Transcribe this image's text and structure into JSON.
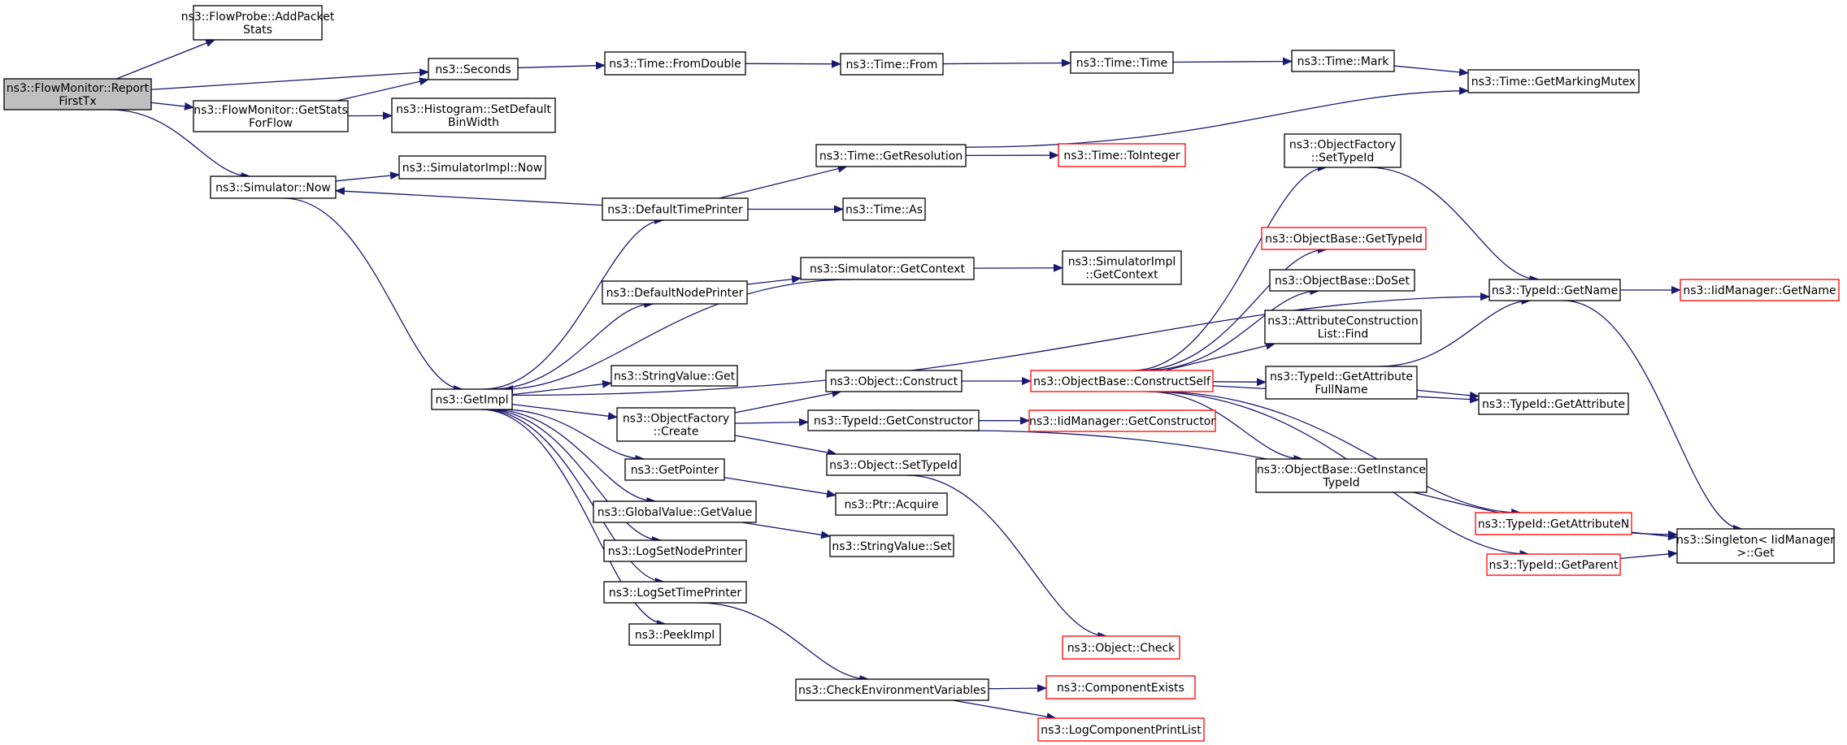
{
  "colors": {
    "edge": "#191970",
    "root_fill": "#bfbfbf",
    "missing_border": "#ff0000",
    "border": "#000000"
  },
  "nodes": [
    {
      "id": "report",
      "label": [
        "ns3::FlowMonitor::Report",
        "FirstTx"
      ],
      "root": true
    },
    {
      "id": "addpacket",
      "label": [
        "ns3::FlowProbe::AddPacket",
        "Stats"
      ]
    },
    {
      "id": "seconds",
      "label": [
        "ns3::Seconds"
      ]
    },
    {
      "id": "fromdouble",
      "label": [
        "ns3::Time::FromDouble"
      ]
    },
    {
      "id": "from",
      "label": [
        "ns3::Time::From"
      ]
    },
    {
      "id": "timetime",
      "label": [
        "ns3::Time::Time"
      ]
    },
    {
      "id": "mark",
      "label": [
        "ns3::Time::Mark"
      ]
    },
    {
      "id": "markingmutex",
      "label": [
        "ns3::Time::GetMarkingMutex"
      ]
    },
    {
      "id": "getstats",
      "label": [
        "ns3::FlowMonitor::GetStats",
        "ForFlow"
      ]
    },
    {
      "id": "histogram",
      "label": [
        "ns3::Histogram::SetDefault",
        "BinWidth"
      ]
    },
    {
      "id": "simnow",
      "label": [
        "ns3::Simulator::Now"
      ]
    },
    {
      "id": "simimplnow",
      "label": [
        "ns3::SimulatorImpl::Now"
      ]
    },
    {
      "id": "getresolution",
      "label": [
        "ns3::Time::GetResolution"
      ]
    },
    {
      "id": "tointeger",
      "label": [
        "ns3::Time::ToInteger"
      ],
      "red": true
    },
    {
      "id": "deftimeprinter",
      "label": [
        "ns3::DefaultTimePrinter"
      ]
    },
    {
      "id": "timeas",
      "label": [
        "ns3::Time::As"
      ]
    },
    {
      "id": "ofsettypeid",
      "label": [
        "ns3::ObjectFactory",
        "::SetTypeId"
      ]
    },
    {
      "id": "obgettypeid",
      "label": [
        "ns3::ObjectBase::GetTypeId"
      ],
      "red": true
    },
    {
      "id": "simgetcontext",
      "label": [
        "ns3::Simulator::GetContext"
      ]
    },
    {
      "id": "simimplgetcontext",
      "label": [
        "ns3::SimulatorImpl",
        "::GetContext"
      ]
    },
    {
      "id": "defnodeprinter",
      "label": [
        "ns3::DefaultNodePrinter"
      ]
    },
    {
      "id": "obdoset",
      "label": [
        "ns3::ObjectBase::DoSet"
      ]
    },
    {
      "id": "typeidgetname",
      "label": [
        "ns3::TypeId::GetName"
      ]
    },
    {
      "id": "iidgetname",
      "label": [
        "ns3::IidManager::GetName"
      ],
      "red": true
    },
    {
      "id": "attrconstruction",
      "label": [
        "ns3::AttributeConstruction",
        "List::Find"
      ]
    },
    {
      "id": "stringvalueget",
      "label": [
        "ns3::StringValue::Get"
      ]
    },
    {
      "id": "getimpl",
      "label": [
        "ns3::GetImpl"
      ]
    },
    {
      "id": "objconstruct",
      "label": [
        "ns3::Object::Construct"
      ]
    },
    {
      "id": "constructself",
      "label": [
        "ns3::ObjectBase::ConstructSelf"
      ],
      "red": true
    },
    {
      "id": "getattrfullname",
      "label": [
        "ns3::TypeId::GetAttribute",
        "FullName"
      ]
    },
    {
      "id": "typeidgetattribute",
      "label": [
        "ns3::TypeId::GetAttribute"
      ]
    },
    {
      "id": "ofcreate",
      "label": [
        "ns3::ObjectFactory",
        "::Create"
      ]
    },
    {
      "id": "getconstructor",
      "label": [
        "ns3::TypeId::GetConstructor"
      ]
    },
    {
      "id": "iidgetconstructor",
      "label": [
        "ns3::IidManager::GetConstructor"
      ],
      "red": true
    },
    {
      "id": "objsettypeid",
      "label": [
        "ns3::Object::SetTypeId"
      ]
    },
    {
      "id": "getinstancetypeid",
      "label": [
        "ns3::ObjectBase::GetInstance",
        "TypeId"
      ]
    },
    {
      "id": "getpointer",
      "label": [
        "ns3::GetPointer"
      ]
    },
    {
      "id": "ptracquire",
      "label": [
        "ns3::Ptr::Acquire"
      ]
    },
    {
      "id": "globalvalue",
      "label": [
        "ns3::GlobalValue::GetValue"
      ]
    },
    {
      "id": "getattributen",
      "label": [
        "ns3::TypeId::GetAttributeN"
      ],
      "red": true
    },
    {
      "id": "singleton",
      "label": [
        "ns3::Singleton< IidManager",
        ">::Get"
      ]
    },
    {
      "id": "stringvalueset",
      "label": [
        "ns3::StringValue::Set"
      ]
    },
    {
      "id": "logsetnode",
      "label": [
        "ns3::LogSetNodePrinter"
      ]
    },
    {
      "id": "getparent",
      "label": [
        "ns3::TypeId::GetParent"
      ],
      "red": true
    },
    {
      "id": "logsettime",
      "label": [
        "ns3::LogSetTimePrinter"
      ]
    },
    {
      "id": "peekimpl",
      "label": [
        "ns3::PeekImpl"
      ]
    },
    {
      "id": "objcheck",
      "label": [
        "ns3::Object::Check"
      ],
      "red": true
    },
    {
      "id": "checkenv",
      "label": [
        "ns3::CheckEnvironmentVariables"
      ]
    },
    {
      "id": "componentexists",
      "label": [
        "ns3::ComponentExists"
      ],
      "red": true
    },
    {
      "id": "logcomponentprint",
      "label": [
        "ns3::LogComponentPrintList"
      ],
      "red": true
    }
  ],
  "edges": [
    [
      "report",
      "addpacket"
    ],
    [
      "report",
      "seconds"
    ],
    [
      "report",
      "getstats"
    ],
    [
      "report",
      "simnow"
    ],
    [
      "seconds",
      "fromdouble"
    ],
    [
      "fromdouble",
      "from"
    ],
    [
      "from",
      "timetime"
    ],
    [
      "timetime",
      "mark"
    ],
    [
      "mark",
      "markingmutex"
    ],
    [
      "getstats",
      "seconds"
    ],
    [
      "getstats",
      "histogram"
    ],
    [
      "simnow",
      "simimplnow"
    ],
    [
      "simnow",
      "getimpl"
    ],
    [
      "getresolution",
      "markingmutex"
    ],
    [
      "getresolution",
      "tointeger"
    ],
    [
      "deftimeprinter",
      "getresolution"
    ],
    [
      "deftimeprinter",
      "simnow"
    ],
    [
      "deftimeprinter",
      "timeas"
    ],
    [
      "ofsettypeid",
      "typeidgetname"
    ],
    [
      "simgetcontext",
      "getimpl"
    ],
    [
      "simgetcontext",
      "simimplgetcontext"
    ],
    [
      "defnodeprinter",
      "simgetcontext"
    ],
    [
      "typeidgetname",
      "iidgetname"
    ],
    [
      "typeidgetname",
      "singleton"
    ],
    [
      "getimpl",
      "deftimeprinter"
    ],
    [
      "getimpl",
      "defnodeprinter"
    ],
    [
      "getimpl",
      "typeidgetname"
    ],
    [
      "getimpl",
      "stringvalueget"
    ],
    [
      "getimpl",
      "ofcreate"
    ],
    [
      "getimpl",
      "getpointer"
    ],
    [
      "getimpl",
      "globalvalue"
    ],
    [
      "getimpl",
      "logsetnode"
    ],
    [
      "getimpl",
      "logsettime"
    ],
    [
      "getimpl",
      "peekimpl"
    ],
    [
      "objconstruct",
      "constructself"
    ],
    [
      "constructself",
      "ofsettypeid"
    ],
    [
      "constructself",
      "obgettypeid"
    ],
    [
      "constructself",
      "obdoset"
    ],
    [
      "constructself",
      "attrconstruction"
    ],
    [
      "constructself",
      "getattrfullname"
    ],
    [
      "constructself",
      "typeidgetattribute"
    ],
    [
      "constructself",
      "getinstancetypeid"
    ],
    [
      "constructself",
      "getattributen"
    ],
    [
      "constructself",
      "getparent"
    ],
    [
      "getattrfullname",
      "typeidgetname"
    ],
    [
      "getattrfullname",
      "typeidgetattribute"
    ],
    [
      "ofcreate",
      "objconstruct"
    ],
    [
      "ofcreate",
      "getconstructor"
    ],
    [
      "ofcreate",
      "objsettypeid"
    ],
    [
      "getconstructor",
      "iidgetconstructor"
    ],
    [
      "getconstructor",
      "singleton"
    ],
    [
      "objsettypeid",
      "objcheck"
    ],
    [
      "getpointer",
      "ptracquire"
    ],
    [
      "globalvalue",
      "stringvalueset"
    ],
    [
      "getattributen",
      "singleton"
    ],
    [
      "getparent",
      "singleton"
    ],
    [
      "logsettime",
      "checkenv"
    ],
    [
      "checkenv",
      "componentexists"
    ],
    [
      "checkenv",
      "logcomponentprint"
    ]
  ]
}
